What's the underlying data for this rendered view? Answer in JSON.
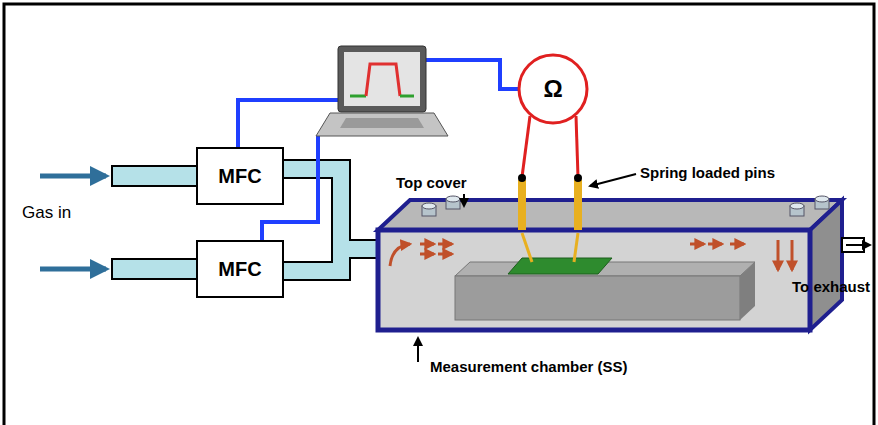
{
  "diagram": {
    "nodes": [
      {
        "text": [
          "MFC"
        ]
      },
      {
        "text": [
          "MFC"
        ]
      },
      {
        "text": [
          "Ω"
        ]
      }
    ],
    "labels": [
      "Gas in",
      "Top cover",
      "Spring loaded pins",
      "To exhaust",
      "Measurement chamber (SS)"
    ]
  }
}
